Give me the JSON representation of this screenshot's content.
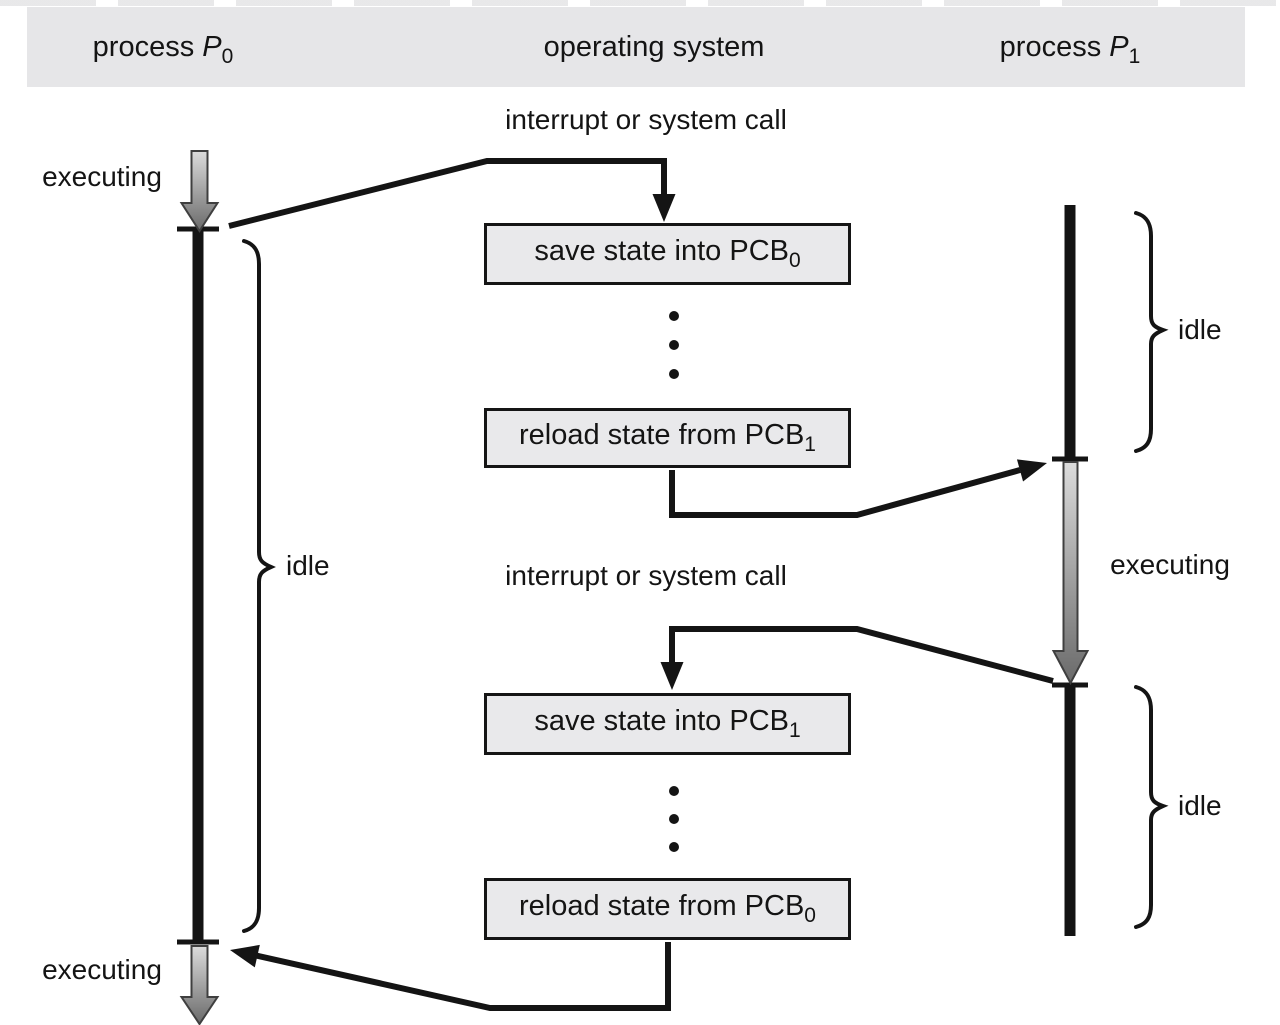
{
  "title": "process context switch diagram",
  "colors": {
    "header_bg": "#e6e6e8",
    "box_fill": "#e9e9eb",
    "line": "#141414",
    "arrow_gradient_top": "#d9d9d9",
    "arrow_gradient_bottom": "#6a6a6a"
  },
  "header": {
    "columns": [
      {
        "prefix": "process ",
        "var": "P",
        "sub": "0"
      },
      {
        "prefix": "operating system",
        "var": "",
        "sub": ""
      },
      {
        "prefix": "process ",
        "var": "P",
        "sub": "1"
      }
    ]
  },
  "labels": {
    "interrupt_top": "interrupt or system call",
    "interrupt_mid": "interrupt or system call",
    "executing_p0_top": "executing",
    "executing_p0_bottom": "executing",
    "executing_p1": "executing",
    "idle_p0": "idle",
    "idle_p1_top": "idle",
    "idle_p1_bottom": "idle"
  },
  "boxes": [
    {
      "text": "save state into PCB",
      "sub": "0"
    },
    {
      "text": "reload state from PCB",
      "sub": "1"
    },
    {
      "text": "save state into PCB",
      "sub": "1"
    },
    {
      "text": "reload state from PCB",
      "sub": "0"
    }
  ]
}
